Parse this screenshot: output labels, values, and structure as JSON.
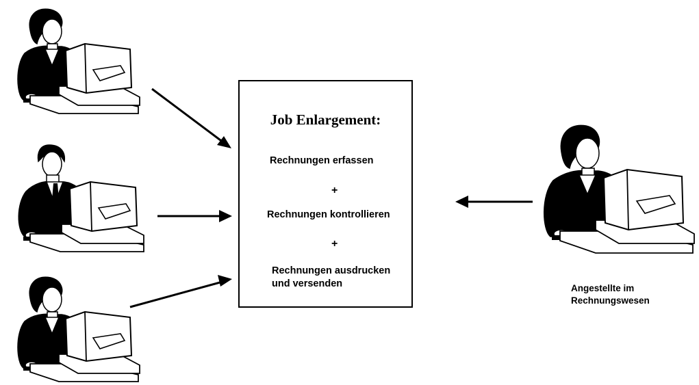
{
  "box": {
    "title": "Job Enlargement",
    "title_suffix": ":",
    "tasks": [
      "Rechnungen erfassen",
      "Rechnungen kontrollieren",
      "Rechnungen ausdrucken",
      "und versenden"
    ],
    "connectors": [
      "+",
      "+"
    ]
  },
  "caption": {
    "line1": "Angestellte im",
    "line2": "Rechnungswesen"
  },
  "icons": {
    "workers": [
      "woman-at-computer-icon",
      "man-at-computer-icon",
      "woman-at-computer-icon",
      "woman-at-computer-icon"
    ]
  }
}
